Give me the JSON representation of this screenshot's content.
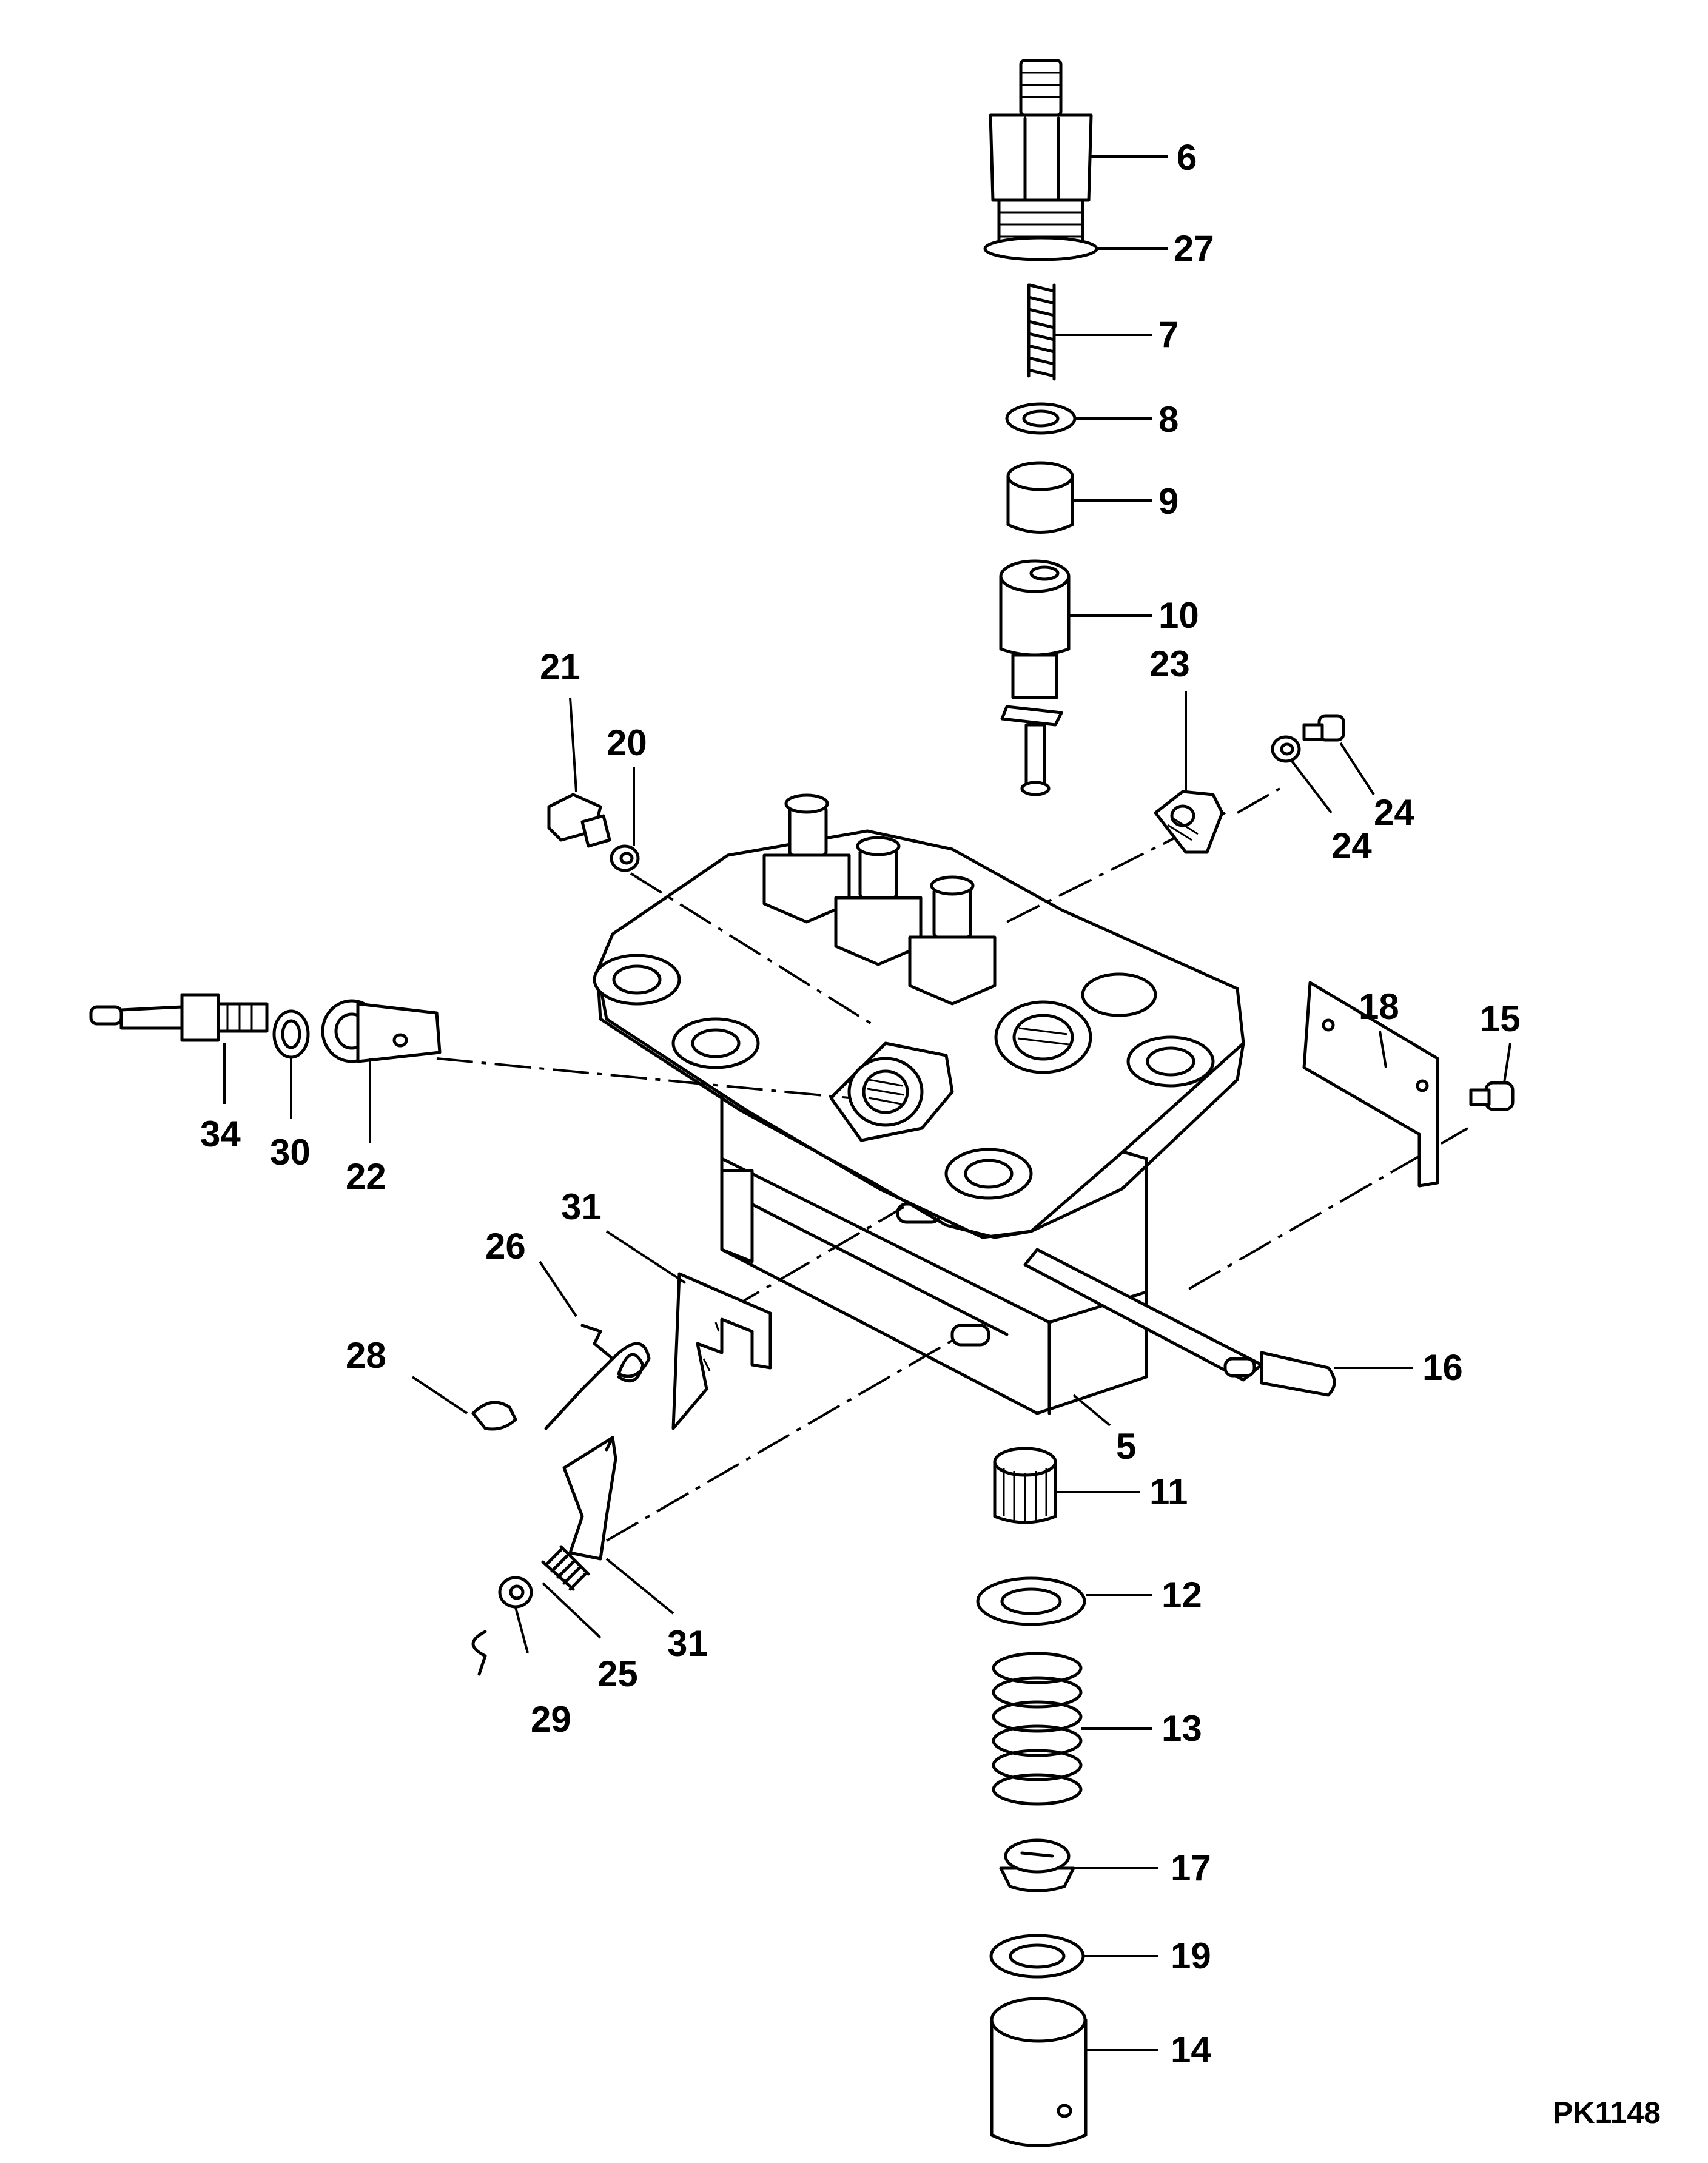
{
  "figure_code": "PK1148",
  "callouts": {
    "c5": "5",
    "c6": "6",
    "c7": "7",
    "c8": "8",
    "c9": "9",
    "c10": "10",
    "c11": "11",
    "c12": "12",
    "c13": "13",
    "c14": "14",
    "c15": "15",
    "c16": "16",
    "c17": "17",
    "c18": "18",
    "c19": "19",
    "c20": "20",
    "c21": "21",
    "c22": "22",
    "c23": "23",
    "c24a": "24",
    "c24b": "24",
    "c25": "25",
    "c26": "26",
    "c27": "27",
    "c28": "28",
    "c29": "29",
    "c30": "30",
    "c31a": "31",
    "c31b": "31",
    "c34": "34"
  }
}
